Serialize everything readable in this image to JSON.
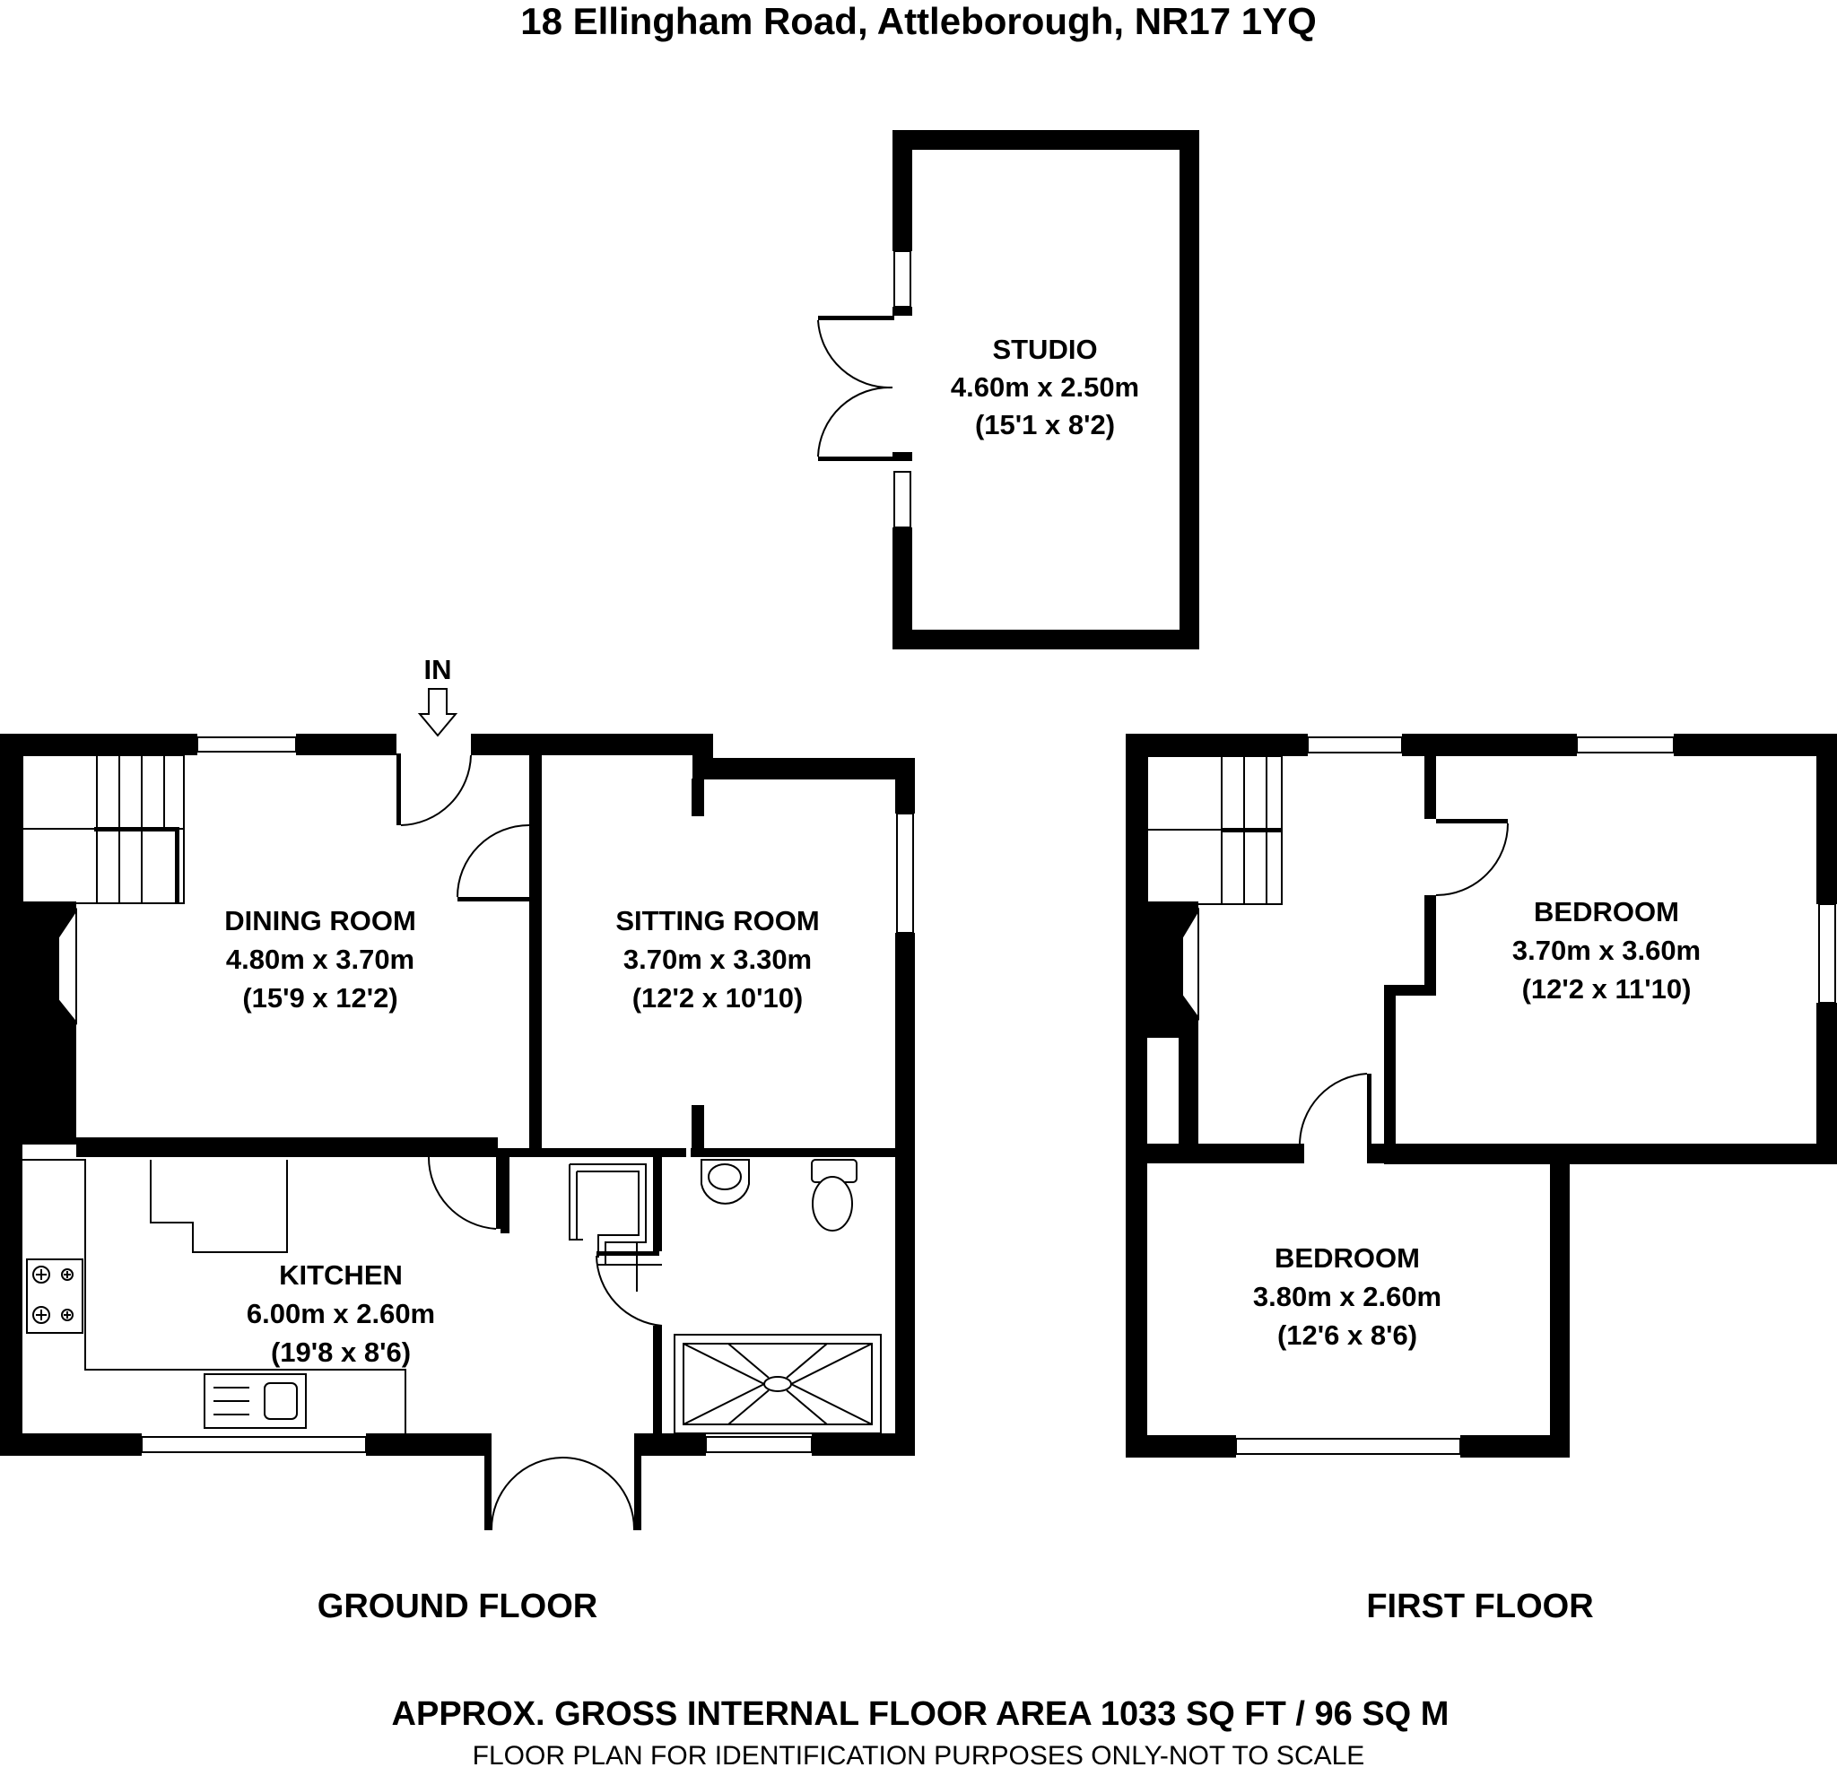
{
  "title": "18 Ellingham Road, Attleborough, NR17 1YQ",
  "entrance_label": "IN",
  "rooms": {
    "studio": {
      "name": "STUDIO",
      "metric": "4.60m x 2.50m",
      "imperial": "(15'1 x 8'2)"
    },
    "dining": {
      "name": "DINING ROOM",
      "metric": "4.80m x 3.70m",
      "imperial": "(15'9 x 12'2)"
    },
    "sitting": {
      "name": "SITTING ROOM",
      "metric": "3.70m x 3.30m",
      "imperial": "(12'2 x 10'10)"
    },
    "kitchen": {
      "name": "KITCHEN",
      "metric": "6.00m x 2.60m",
      "imperial": "(19'8 x 8'6)"
    },
    "bedroom1": {
      "name": "BEDROOM",
      "metric": "3.70m x 3.60m",
      "imperial": "(12'2 x 11'10)"
    },
    "bedroom2": {
      "name": "BEDROOM",
      "metric": "3.80m x 2.60m",
      "imperial": "(12'6 x 8'6)"
    }
  },
  "floors": {
    "ground": "GROUND FLOOR",
    "first": "FIRST FLOOR"
  },
  "footer": {
    "area": "APPROX. GROSS INTERNAL FLOOR AREA 1033 SQ FT / 96 SQ M",
    "disclaimer": "FLOOR PLAN FOR IDENTIFICATION PURPOSES ONLY-NOT TO SCALE"
  }
}
